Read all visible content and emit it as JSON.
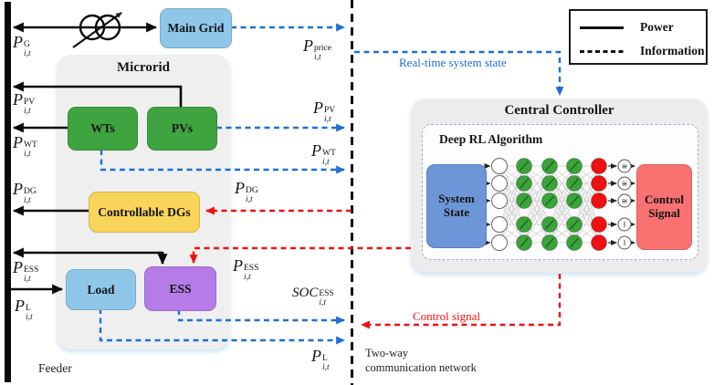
{
  "legend": {
    "power": "Power",
    "information": "Information"
  },
  "main_grid_label": "Main Grid",
  "microgrid": {
    "title": "Microrid",
    "wts": "WTs",
    "pvs": "PVs",
    "dgs": "Controllable DGs",
    "load": "Load",
    "ess": "ESS"
  },
  "controller": {
    "title": "Central Controller",
    "algorithm": "Deep RL Algorithm",
    "system_state": "System State",
    "control_signal": "Control Signal"
  },
  "annotations": {
    "realtime_state": "Real-time system state",
    "control_signal": "Control signal",
    "two_way_line1": "Two-way",
    "two_way_line2": "communication network",
    "feeder": "Feeder"
  },
  "math": {
    "pg": {
      "base": "P",
      "sub": "i,t",
      "sup": "G"
    },
    "ppv_left": {
      "base": "P",
      "sub": "i,t",
      "sup": "PV"
    },
    "pwt_left": {
      "base": "P",
      "sub": "i,t",
      "sup": "WT"
    },
    "pdg_left": {
      "base": "P",
      "sub": "i,t",
      "sup": "DG"
    },
    "pess_left": {
      "base": "P",
      "sub": "i,t",
      "sup": "ESS"
    },
    "pl_left": {
      "base": "P",
      "sub": "i,t",
      "sup": "L"
    },
    "pprice": {
      "base": "P",
      "sub": "i,t",
      "sup": "price"
    },
    "ppv_right": {
      "base": "P",
      "sub": "i,t",
      "sup": "PV"
    },
    "pwt_right": {
      "base": "P",
      "sub": "i,t",
      "sup": "WT"
    },
    "pdg_right": {
      "base": "P",
      "sub": "i,t",
      "sup": "DG"
    },
    "pess_right": {
      "base": "P",
      "sub": "i,t",
      "sup": "ESS"
    },
    "soc": {
      "base": "SOC",
      "sub": "i,t",
      "sup": "ESS"
    },
    "pl_right": {
      "base": "P",
      "sub": "i,t",
      "sup": "L"
    }
  },
  "nn": {
    "eq_symbols": [
      "≅",
      "≅",
      "≅",
      "‖",
      "‖"
    ],
    "node_colors": {
      "input": "#ffffff",
      "hidden": "#3aa33a",
      "output": "#ee1111"
    }
  },
  "colors": {
    "power_line": "#0b0b0b",
    "information_blue": "#1e6fd4",
    "control_red": "#ee1111",
    "main_grid_fill": "#8fc7e9",
    "renewable_fill": "#3fa33f",
    "dg_fill": "#f8d45a",
    "ess_fill": "#b57be6",
    "system_state_fill": "#6c96d8",
    "control_signal_fill": "#f97171",
    "container_fill": "#efefef"
  }
}
